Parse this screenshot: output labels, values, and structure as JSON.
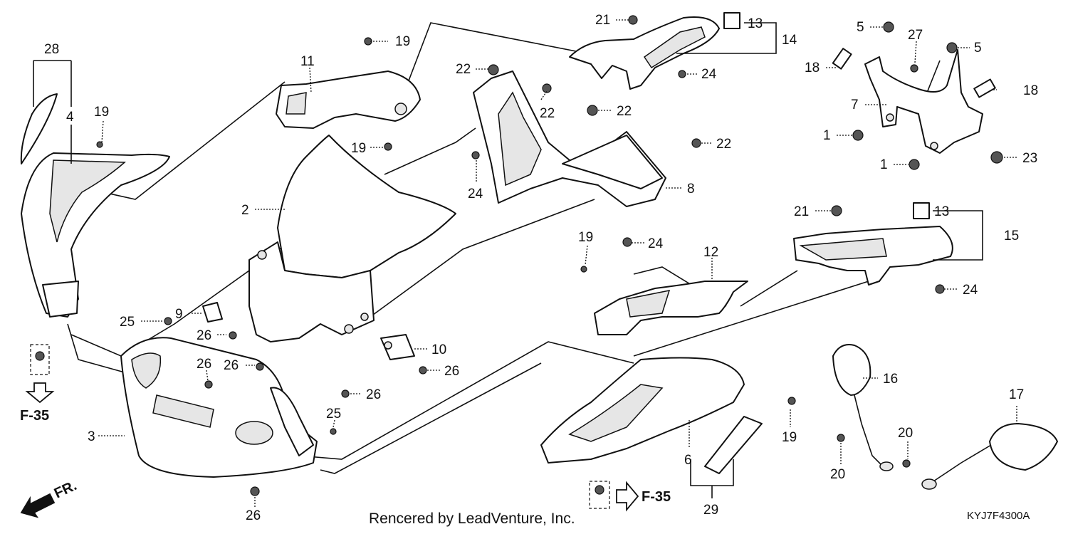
{
  "callouts": [
    {
      "id": "28",
      "text": "28"
    },
    {
      "id": "4",
      "text": "4"
    },
    {
      "id": "19a",
      "text": "19"
    },
    {
      "id": "11",
      "text": "11"
    },
    {
      "id": "19b",
      "text": "19"
    },
    {
      "id": "19c",
      "text": "19"
    },
    {
      "id": "2",
      "text": "2"
    },
    {
      "id": "22a",
      "text": "22"
    },
    {
      "id": "22b",
      "text": "22"
    },
    {
      "id": "24a",
      "text": "24"
    },
    {
      "id": "21a",
      "text": "21"
    },
    {
      "id": "13a",
      "text": "13"
    },
    {
      "id": "14",
      "text": "14"
    },
    {
      "id": "24b",
      "text": "24"
    },
    {
      "id": "22c",
      "text": "22"
    },
    {
      "id": "22d",
      "text": "22"
    },
    {
      "id": "8",
      "text": "8"
    },
    {
      "id": "5a",
      "text": "5"
    },
    {
      "id": "27",
      "text": "27"
    },
    {
      "id": "5b",
      "text": "5"
    },
    {
      "id": "18a",
      "text": "18"
    },
    {
      "id": "18b",
      "text": "18"
    },
    {
      "id": "7",
      "text": "7"
    },
    {
      "id": "1a",
      "text": "1"
    },
    {
      "id": "1b",
      "text": "1"
    },
    {
      "id": "23",
      "text": "23"
    },
    {
      "id": "21b",
      "text": "21"
    },
    {
      "id": "13b",
      "text": "13"
    },
    {
      "id": "15",
      "text": "15"
    },
    {
      "id": "24c",
      "text": "24"
    },
    {
      "id": "19d",
      "text": "19"
    },
    {
      "id": "12",
      "text": "12"
    },
    {
      "id": "24d",
      "text": "24"
    },
    {
      "id": "25a",
      "text": "25"
    },
    {
      "id": "9",
      "text": "9"
    },
    {
      "id": "26a",
      "text": "26"
    },
    {
      "id": "10",
      "text": "10"
    },
    {
      "id": "26b",
      "text": "26"
    },
    {
      "id": "26c",
      "text": "26"
    },
    {
      "id": "26d",
      "text": "26"
    },
    {
      "id": "26e",
      "text": "26"
    },
    {
      "id": "25b",
      "text": "25"
    },
    {
      "id": "3",
      "text": "3"
    },
    {
      "id": "26f",
      "text": "26"
    },
    {
      "id": "16",
      "text": "16"
    },
    {
      "id": "17",
      "text": "17"
    },
    {
      "id": "19e",
      "text": "19"
    },
    {
      "id": "6",
      "text": "6"
    },
    {
      "id": "20a",
      "text": "20"
    },
    {
      "id": "20b",
      "text": "20"
    },
    {
      "id": "29",
      "text": "29"
    }
  ],
  "refs": {
    "f35_left": "F-35",
    "f35_right": "F-35",
    "front": "FR."
  },
  "credit": "Rencered by LeadVenture, Inc.",
  "code": "KYJ7F4300A"
}
